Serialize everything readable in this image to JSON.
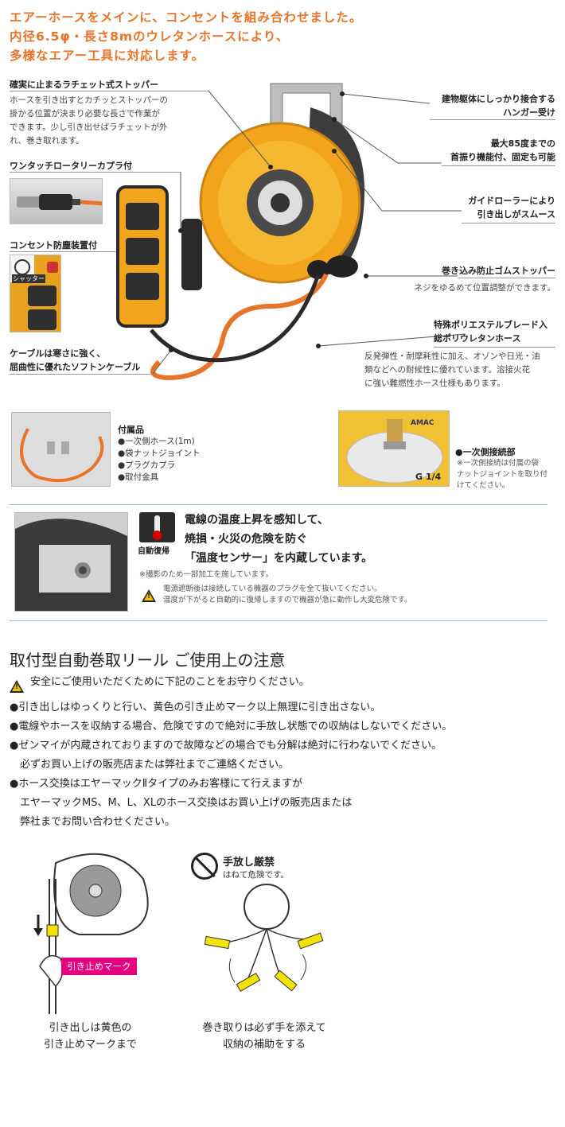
{
  "headline": [
    "エアーホースをメインに、コンセントを組み合わせました。",
    "内径6.5φ・長さ8mのウレタンホースにより、",
    "多様なエアー工具に対応します。"
  ],
  "left_features": {
    "ratchet_title": "確実に止まるラチェット式ストッパー",
    "ratchet_desc": [
      "ホースを引き出すとカチッとストッパーの",
      "掛かる位置が決まり必要な長さで作業が",
      "できます。少し引き出せばラチェットが外",
      "れ、巻き取れます。"
    ],
    "coupler_title": "ワンタッチロータリーカプラ付",
    "outlet_title": "コンセント防塵装置付",
    "outlet_badge": "シャッター",
    "cable_title": [
      "ケーブルは寒さに強く、",
      "屈曲性に優れたソフトンケーブル"
    ]
  },
  "right_features": {
    "hanger": [
      "建物躯体にしっかり接合する",
      "ハンガー受け"
    ],
    "swivel": [
      "最大85度までの",
      "首振り機能付、固定も可能"
    ],
    "roller": [
      "ガイドローラーにより",
      "引き出しがスムース"
    ],
    "stopper_title": "巻き込み防止ゴムストッパー",
    "stopper_desc": "ネジをゆるめて位置調整ができます。",
    "hose_title": [
      "特殊ポリエステルブレード入",
      "総ポリウレタンホース"
    ],
    "hose_desc": [
      "反発弾性・耐摩耗性に加え、オゾンや日光・油",
      "類などへの耐候性に優れています。溶接火花",
      "に強い難燃性ホース仕様もあります。"
    ]
  },
  "accessories": {
    "title": "付属品",
    "items": [
      "●一次側ホース(1m)",
      "●袋ナットジョイント",
      "●プラグカプラ",
      "●取付金具"
    ]
  },
  "primary": {
    "title": "●一次側接続部",
    "note": [
      "※一次側接続は付属の袋",
      "ナットジョイントを取り付",
      "けてください。"
    ],
    "label": "G 1/4",
    "brand": "AMAC"
  },
  "sensor": {
    "icon_label": "自動復帰",
    "line1": "電線の温度上昇を感知して、",
    "line2": "焼損・火災の危険を防ぐ",
    "line3_pre": "「",
    "line3_strong": "温度センサー",
    "line3_post": "」を内蔵しています。",
    "note": "※撮影のため一部加工を施しています。",
    "warn1": "電源遮断後は接続している機器のプラグを全て抜いてください。",
    "warn2": "温度が下がると自動的に復帰しますので機器が急に動作し大変危険です。"
  },
  "caution": {
    "title": "取付型自動巻取リール ご使用上の注意",
    "intro": "安全にご使用いただくために下記のことをお守りください。",
    "items": [
      "●引き出しはゆっくりと行い、黄色の引き止めマーク以上無理に引き出さない。",
      "●電線やホースを収納する場合、危険ですので絶対に手放し状態での収納はしないでください。",
      "●ゼンマイが内蔵されておりますので故障などの場合でも分解は絶対に行わないでください。",
      "　必ずお買い上げの販売店または弊社までご連絡ください。",
      "●ホース交換はエヤーマックⅡタイプのみお客様にて行えますが",
      "　エヤーマックMS、M、L、XLのホース交換はお買い上げの販売店または",
      "　弊社までお問い合わせください。"
    ]
  },
  "illustrations": {
    "mark_label": "引き止めマーク",
    "left_caption": [
      "引き出しは黄色の",
      "引き止めマークまで"
    ],
    "prohibit_title": "手放し厳禁",
    "prohibit_sub": "はねて危険です。",
    "right_caption": [
      "巻き取りは必ず手を添えて",
      "収納の補助をする"
    ]
  },
  "colors": {
    "accent_orange": "#e8742a",
    "reel_yellow": "#f2a51c",
    "divider_blue": "#8cc3d6",
    "mark_magenta": "#e5007f"
  }
}
